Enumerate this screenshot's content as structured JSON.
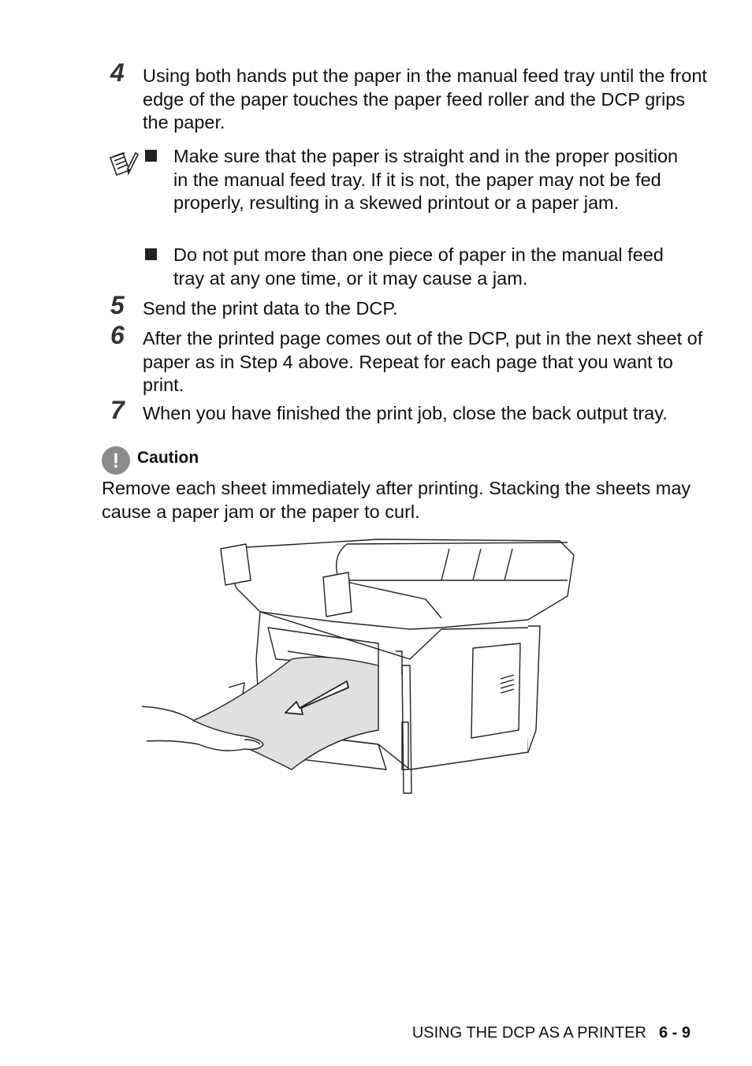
{
  "steps": [
    {
      "num": "4",
      "text": "Using both hands put the paper in the manual feed tray until the front edge of the paper touches the paper feed roller and the DCP grips the paper."
    },
    {
      "num": "5",
      "text": "Send the print data to the DCP."
    },
    {
      "num": "6",
      "text": "After the printed page comes out of the DCP, put in the next sheet of paper as in Step 4 above. Repeat for each page that you want to print."
    },
    {
      "num": "7",
      "text": "When you have finished the print job, close the back output tray."
    }
  ],
  "note": {
    "icon": "note-pencil-icon",
    "bullets": [
      "Make sure that the paper is straight and in the proper position in the manual feed tray. If it is not, the paper may not be fed properly, resulting in a skewed printout or a paper jam.",
      "Do not put more than one piece of paper in the manual feed tray at any one time, or it may cause a jam."
    ]
  },
  "caution": {
    "icon": "exclamation-icon",
    "title": "Caution",
    "text": "Remove each sheet immediately after printing. Stacking the sheets may cause a paper jam or the paper to curl."
  },
  "illustration": {
    "icon": "printer-rear-paper-removal-illustration"
  },
  "footer": {
    "section": "USING THE DCP AS A PRINTER",
    "page": "6 - 9"
  }
}
